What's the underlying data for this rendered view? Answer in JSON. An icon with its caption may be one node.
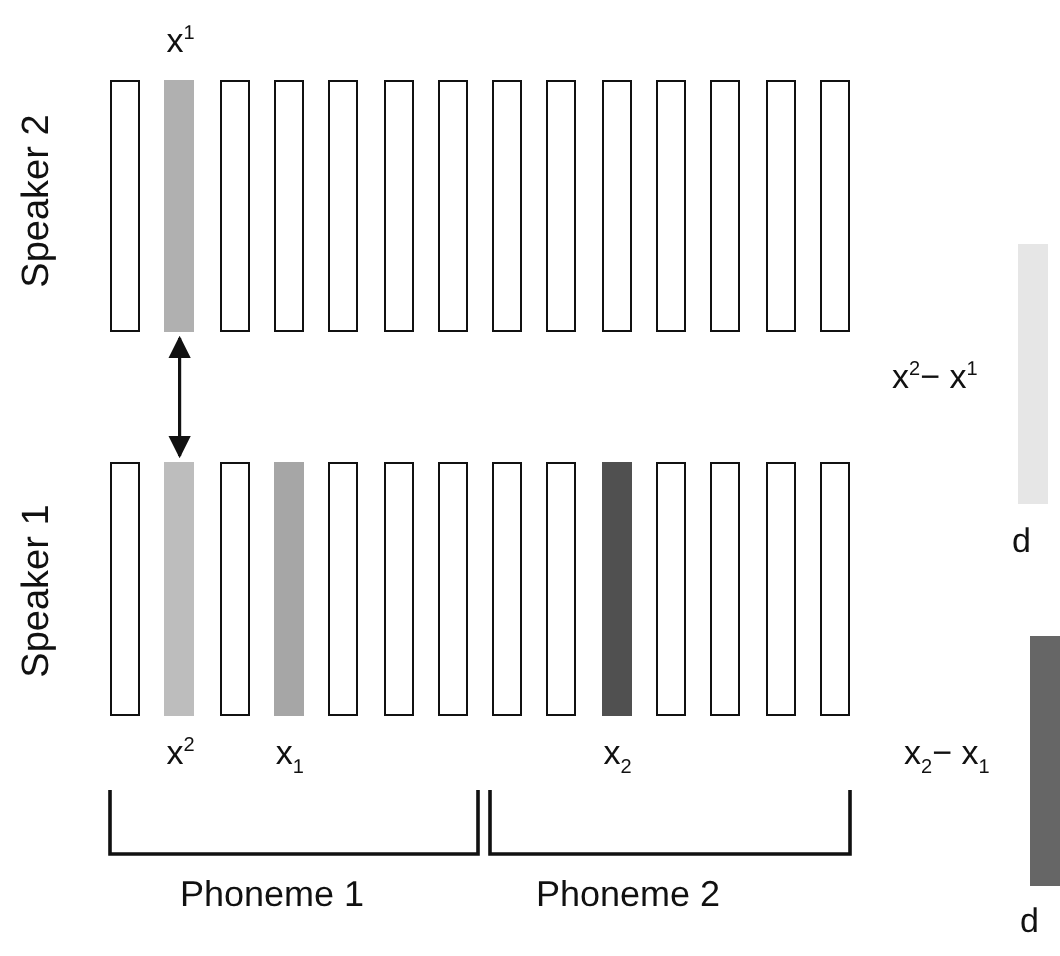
{
  "diagram": {
    "nodes": [
      {
        "text": [],
        "shape": "bar"
      },
      {
        "text": [],
        "shape": "bar",
        "beside": [
          "x$^{1}$"
        ]
      },
      {
        "text": [],
        "shape": "bar"
      },
      {
        "text": [],
        "shape": "bar"
      },
      {
        "text": [],
        "shape": "bar"
      },
      {
        "text": [],
        "shape": "bar"
      },
      {
        "text": [],
        "shape": "bar"
      },
      {
        "text": [],
        "shape": "bar"
      },
      {
        "text": [],
        "shape": "bar"
      },
      {
        "text": [],
        "shape": "bar"
      },
      {
        "text": [],
        "shape": "bar"
      },
      {
        "text": [],
        "shape": "bar"
      },
      {
        "text": [],
        "shape": "bar"
      },
      {
        "text": [],
        "shape": "bar"
      },
      {
        "text": [],
        "shape": "bar"
      },
      {
        "text": [],
        "shape": "bar",
        "beside": [
          "x$^{2}$"
        ]
      },
      {
        "text": [],
        "shape": "bar"
      },
      {
        "text": [],
        "shape": "bar",
        "beside": [
          "x$_{1}$"
        ]
      },
      {
        "text": [],
        "shape": "bar"
      },
      {
        "text": [],
        "shape": "bar"
      },
      {
        "text": [],
        "shape": "bar"
      },
      {
        "text": [],
        "shape": "bar"
      },
      {
        "text": [],
        "shape": "bar"
      },
      {
        "text": [],
        "shape": "bar",
        "beside": [
          "x$_{2}$"
        ]
      },
      {
        "text": [],
        "shape": "bar"
      },
      {
        "text": [],
        "shape": "bar"
      },
      {
        "text": [],
        "shape": "bar"
      },
      {
        "text": [],
        "shape": "bar"
      },
      {
        "text": [],
        "shape": "bar",
        "beside": [
          "d"
        ]
      },
      {
        "text": [],
        "shape": "bar",
        "beside": [
          "d"
        ]
      }
    ],
    "edges": [
      {
        "from": 1,
        "to": 15,
        "arrow": "both"
      }
    ],
    "labels": [
      "Speaker 2",
      "x$^{2}$− x$^{1}$",
      "Speaker 1",
      "x$_{2}$− x$_{1}$",
      "Phoneme 1",
      "Phoneme 2"
    ]
  }
}
